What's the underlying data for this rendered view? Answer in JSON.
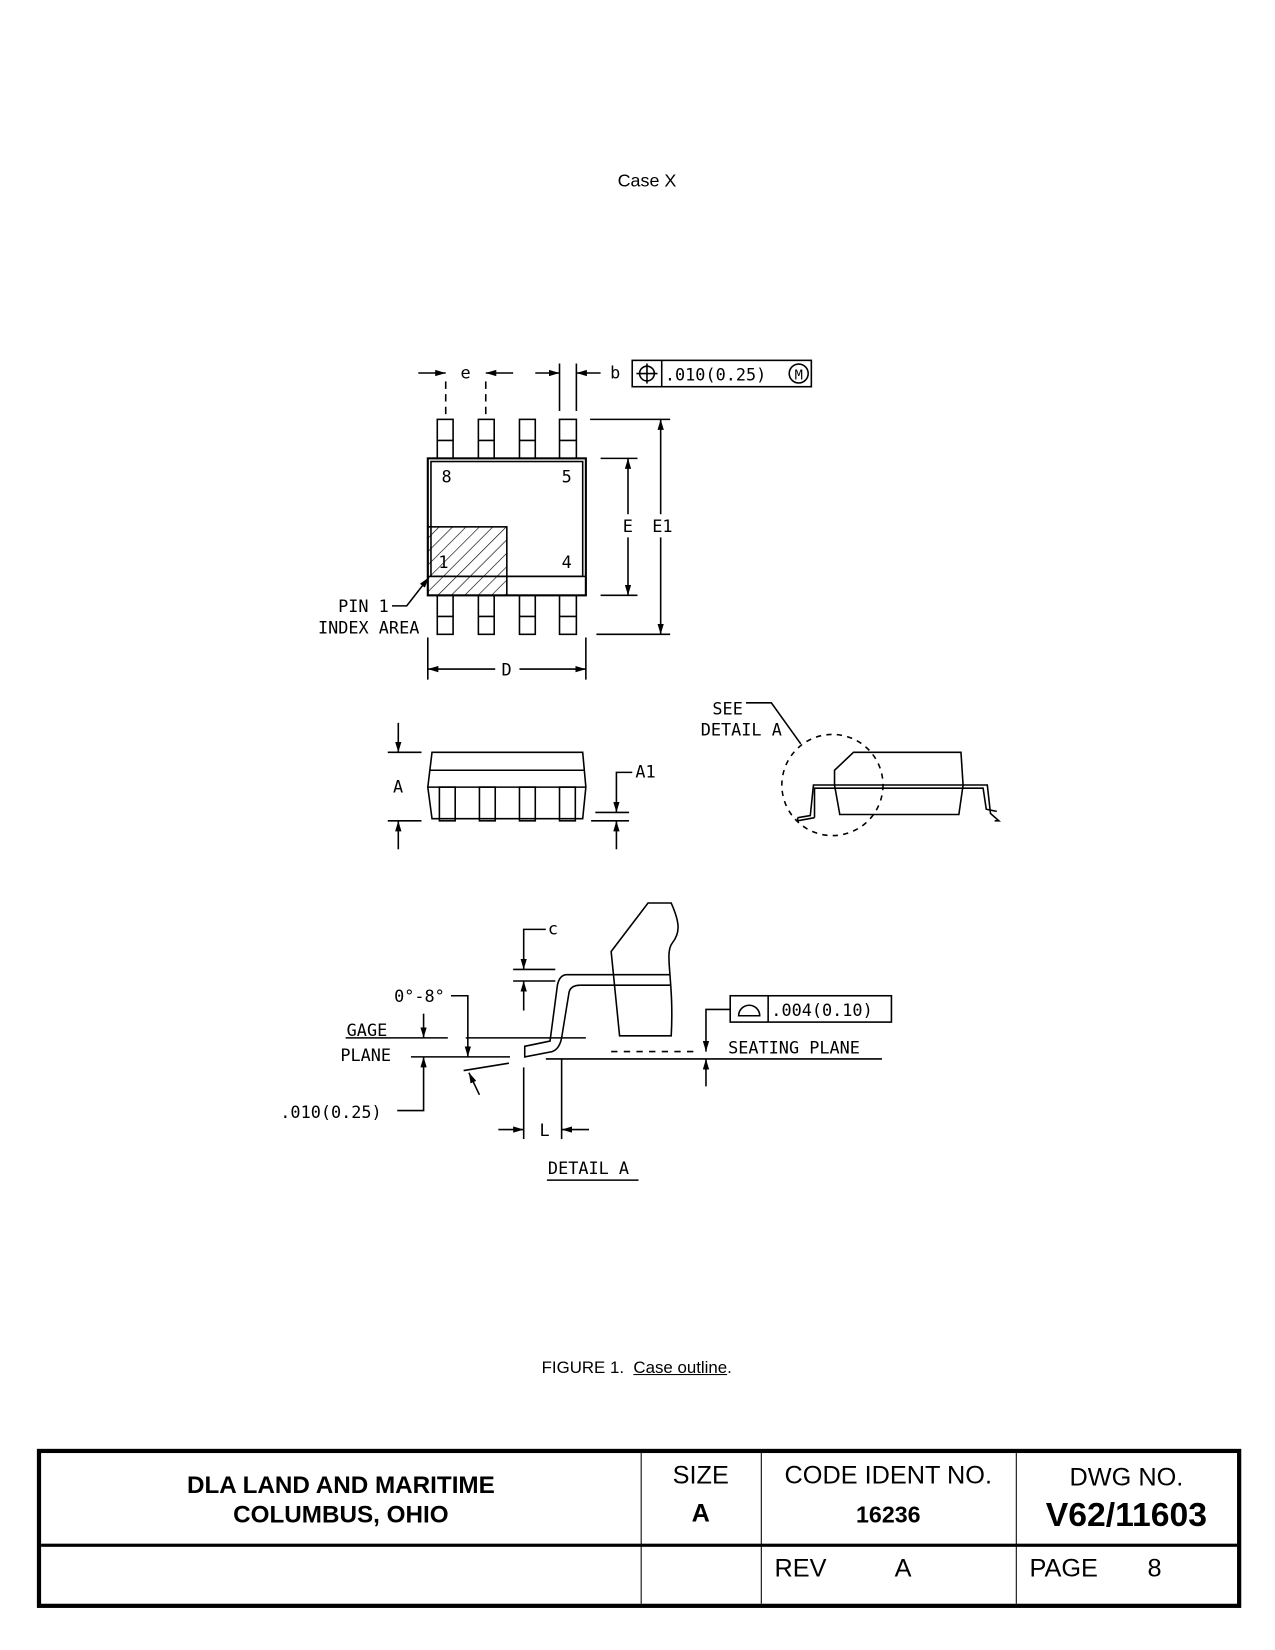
{
  "header": {
    "case_label": "Case X"
  },
  "drawing": {
    "top_view": {
      "dim_e": "e",
      "dim_b": "b",
      "position_tolerance": ".010(0.25)",
      "tolerance_modifier": "M",
      "pin_8": "8",
      "pin_5": "5",
      "pin_1": "1",
      "pin_4": "4",
      "dim_E": "E",
      "dim_E1": "E1",
      "dim_D": "D",
      "pin1_line1": "PIN 1",
      "pin1_line2": "INDEX AREA"
    },
    "side_view": {
      "dim_A": "A",
      "dim_A1": "A1",
      "see_line1": "SEE",
      "see_line2": "DETAIL A"
    },
    "detail_a": {
      "dim_c": "c",
      "angle": "0°-8°",
      "gage_line1": "GAGE",
      "gage_line2": "PLANE",
      "gage_offset": ".010(0.25)",
      "dim_L": "L",
      "title": "DETAIL A",
      "seating_plane": "SEATING PLANE",
      "flatness_tolerance": ".004(0.10)"
    }
  },
  "figure_caption": {
    "prefix": "FIGURE 1.  ",
    "title": "Case outline",
    "suffix": "."
  },
  "title_block": {
    "org_line1": "DLA LAND AND MARITIME",
    "org_line2": "COLUMBUS, OHIO",
    "size_label": "SIZE",
    "size_value": "A",
    "code_ident_label": "CODE IDENT NO.",
    "code_ident_value": "16236",
    "dwg_no_label": "DWG NO.",
    "dwg_no_value": "V62/11603",
    "rev_label": "REV",
    "rev_value": "A",
    "page_label": "PAGE",
    "page_value": "8"
  }
}
